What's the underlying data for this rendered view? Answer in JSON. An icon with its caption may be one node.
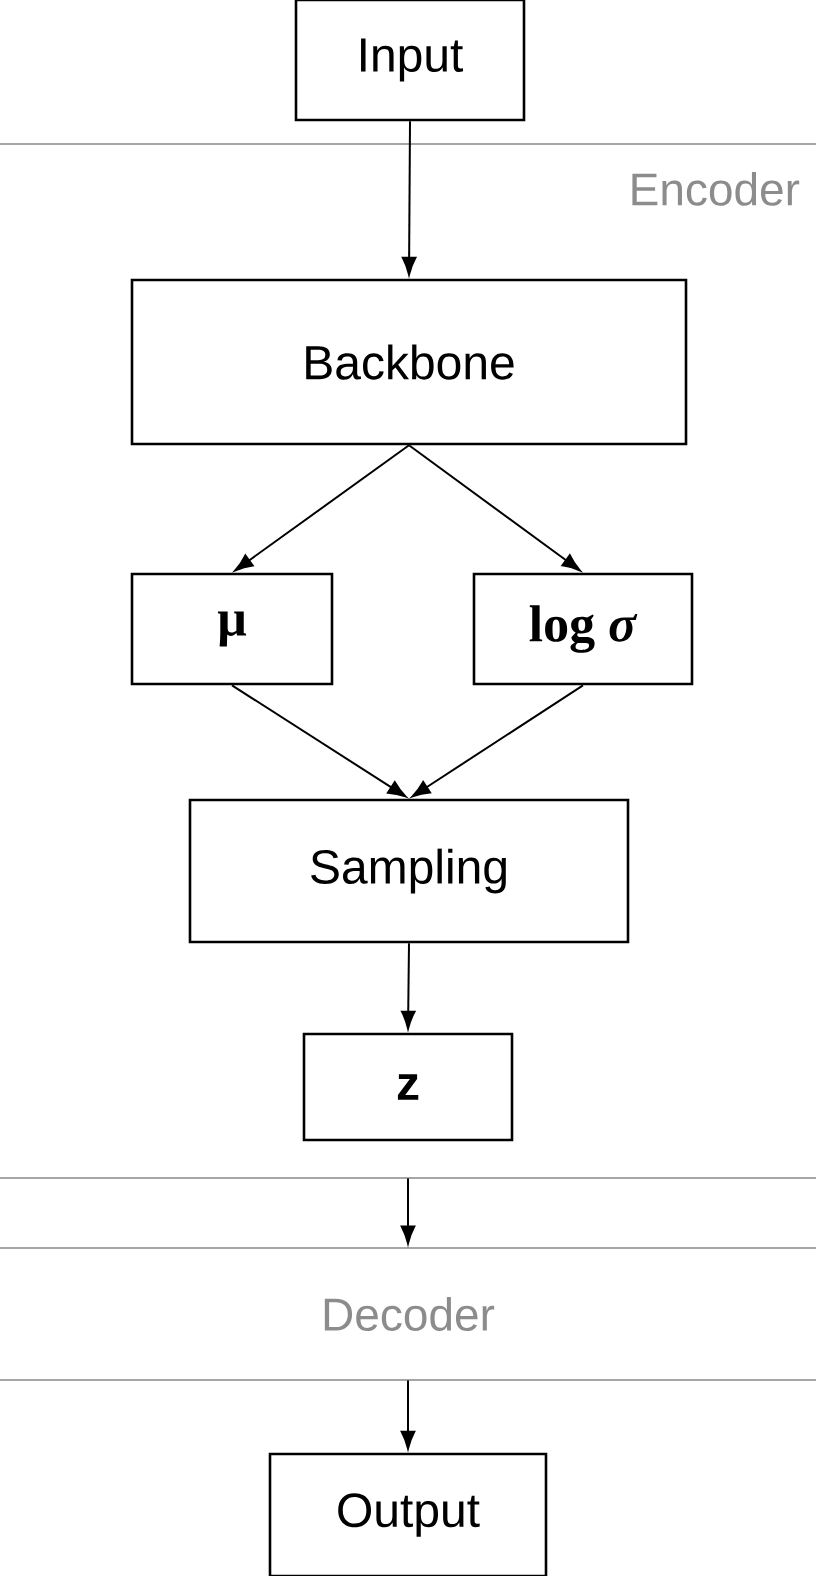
{
  "diagram": {
    "nodes": [
      {
        "text": [
          "Input"
        ]
      },
      {
        "text": [
          "Encoder"
        ]
      },
      {
        "text": [
          "Backbone"
        ],
        "in": 1
      },
      {
        "text": [
          "μ"
        ],
        "in": 1
      },
      {
        "text": [
          "log *σ*"
        ],
        "in": 1
      },
      {
        "text": [
          "Sampling"
        ],
        "in": 1
      },
      {
        "text": [
          "z"
        ],
        "in": 1
      },
      {
        "text": [
          "Decoder"
        ]
      },
      {
        "text": [
          "Output"
        ]
      }
    ],
    "edges": [
      {
        "from": 0,
        "to": 2,
        "arrow": "to"
      },
      {
        "from": 2,
        "to": 3,
        "arrow": "to"
      },
      {
        "from": 2,
        "to": 4,
        "arrow": "to"
      },
      {
        "from": 3,
        "to": 5,
        "arrow": "to"
      },
      {
        "from": 4,
        "to": 5,
        "arrow": "to"
      },
      {
        "from": 5,
        "to": 6,
        "arrow": "to"
      },
      {
        "from": 1,
        "to": 7,
        "arrow": "to"
      },
      {
        "from": 7,
        "to": 8,
        "arrow": "to"
      }
    ]
  }
}
